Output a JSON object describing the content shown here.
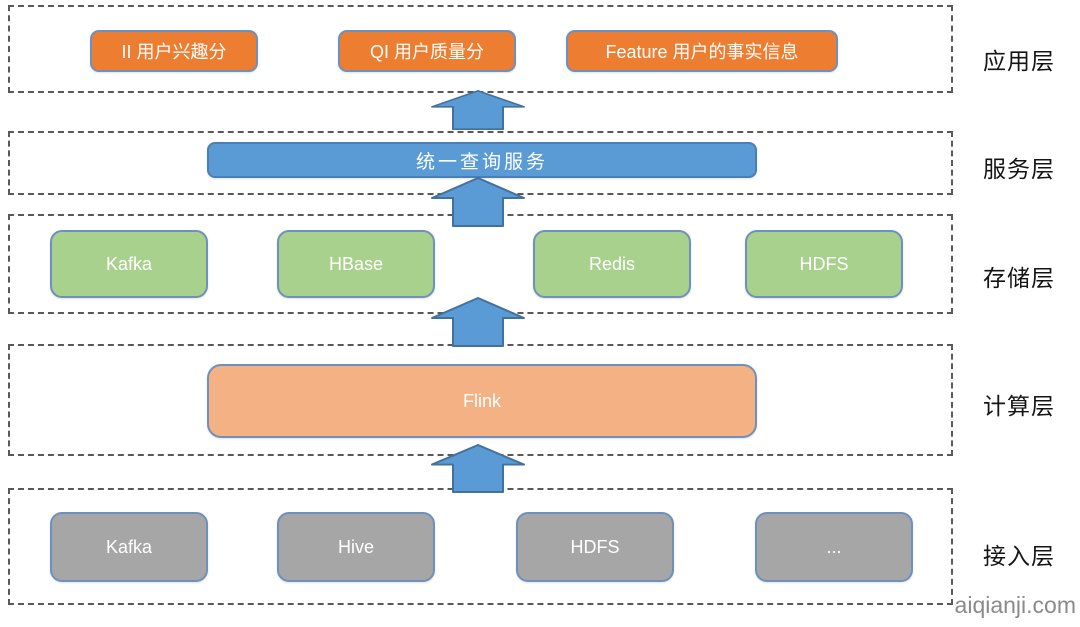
{
  "diagram": {
    "layers": [
      {
        "id": "application",
        "side_label": "应用层",
        "boxes": [
          {
            "label": "II 用户兴趣分"
          },
          {
            "label": "QI 用户质量分"
          },
          {
            "label": "Feature 用户的事实信息"
          }
        ]
      },
      {
        "id": "service",
        "side_label": "服务层",
        "boxes": [
          {
            "label": "统一查询服务"
          }
        ]
      },
      {
        "id": "storage",
        "side_label": "存储层",
        "boxes": [
          {
            "label": "Kafka"
          },
          {
            "label": "HBase"
          },
          {
            "label": "Redis"
          },
          {
            "label": "HDFS"
          }
        ]
      },
      {
        "id": "compute",
        "side_label": "计算层",
        "boxes": [
          {
            "label": "Flink"
          }
        ]
      },
      {
        "id": "access",
        "side_label": "接入层",
        "boxes": [
          {
            "label": "Kafka"
          },
          {
            "label": "Hive"
          },
          {
            "label": "HDFS"
          },
          {
            "label": "..."
          }
        ]
      }
    ],
    "arrow_count": 4
  },
  "watermark": "aiqianji.com",
  "colors": {
    "application_box": "#ED7D31",
    "service_box": "#5B9BD5",
    "storage_box": "#A9D18E",
    "compute_box": "#F4B183",
    "access_box": "#A6A6A6",
    "box_border": "#6d90bd",
    "arrow_fill": "#5B9BD5",
    "arrow_stroke": "#41719C",
    "layer_dashed_border": "#595959",
    "side_label_text": "#141414",
    "watermark_text": "#8a8a8a"
  }
}
